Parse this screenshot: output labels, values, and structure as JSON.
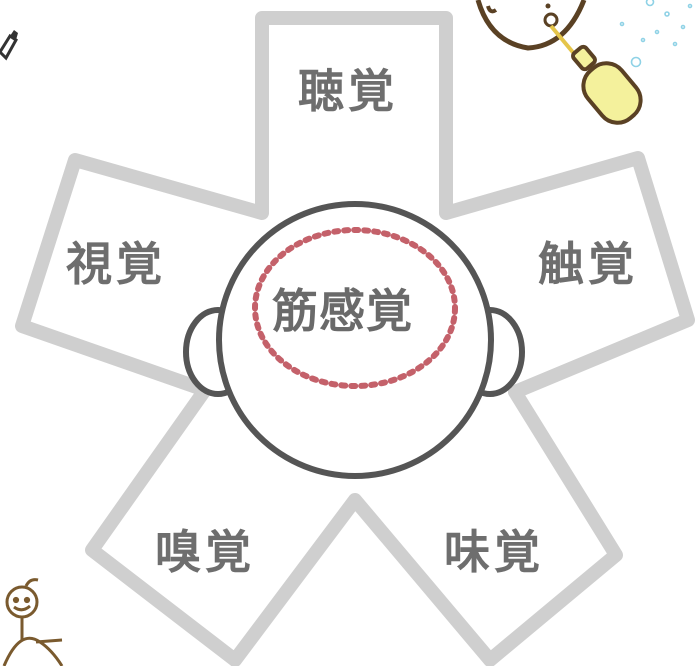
{
  "diagram": {
    "center_label": "筋感覚",
    "senses": {
      "hearing": "聴覚",
      "vision": "視覚",
      "touch": "触覚",
      "smell": "嗅覚",
      "taste": "味覚"
    }
  },
  "icons": [
    "baby-bottle-icon",
    "stick-figure-icon",
    "bubbles-icon",
    "pen-icon"
  ],
  "colors": {
    "star_outline": "#cfcfcf",
    "head_outline": "#555555",
    "dotted_circle": "#c4616a",
    "text": "#6e6e6e",
    "bottle_fill": "#f4f19c",
    "figure_stroke": "#7a5a2e",
    "bubbles": "#8fd2e6"
  }
}
